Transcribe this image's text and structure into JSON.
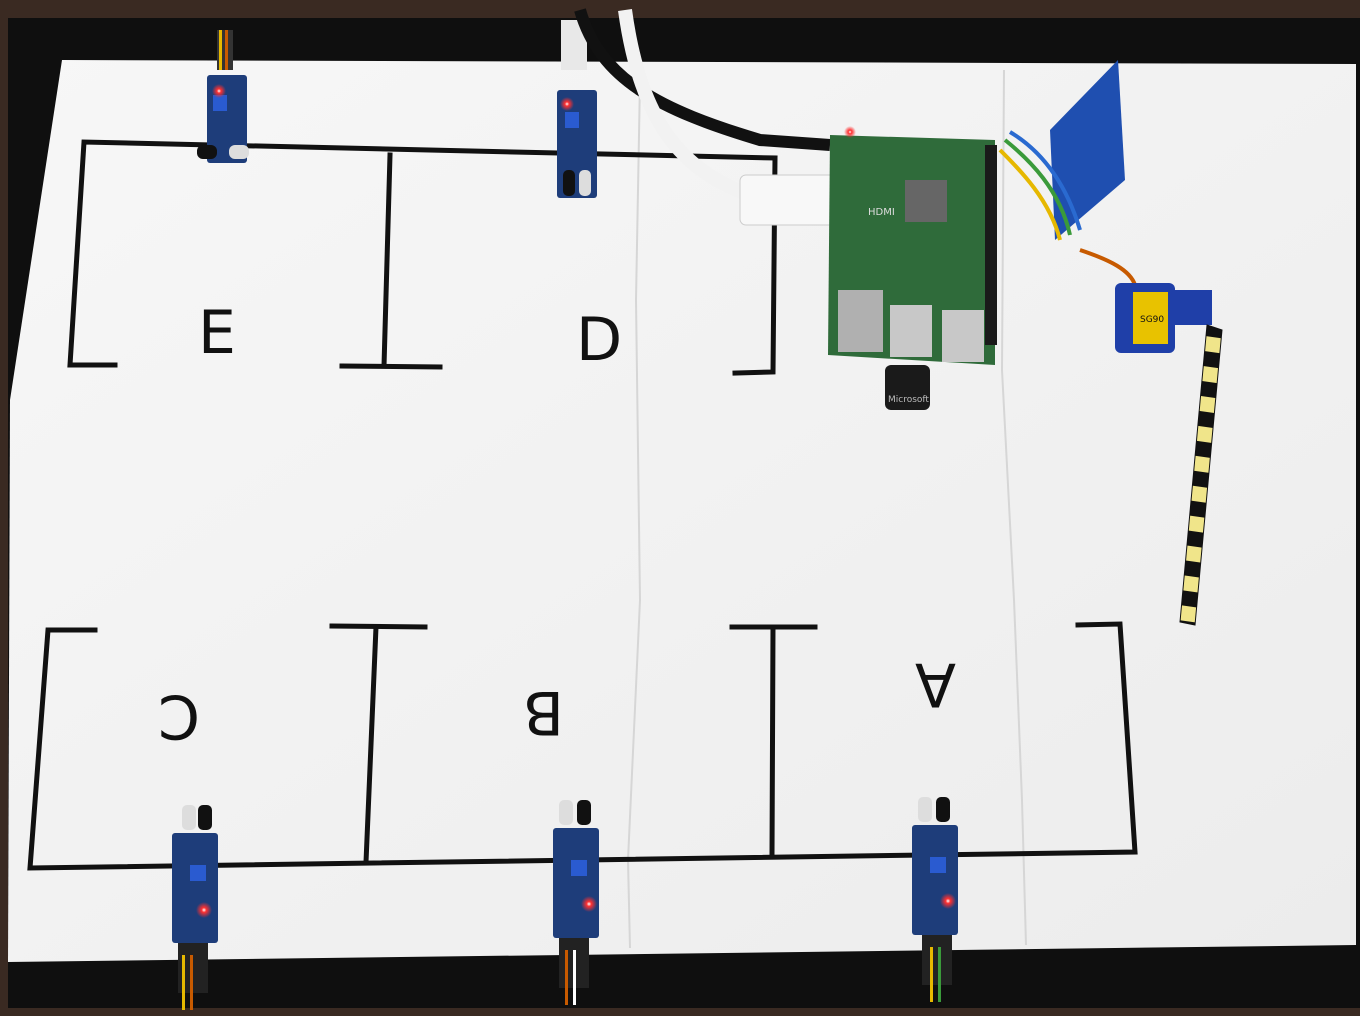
{
  "board": {
    "bay_labels": [
      "E",
      "D",
      "C",
      "B",
      "A"
    ],
    "component_text": {
      "hdmi_label": "HDMI",
      "dongle_label": "Microsoft",
      "servo_label": "SG90"
    }
  },
  "colors": {
    "table": "#3a2a22",
    "mat": "#0f0f0f",
    "paper": "#f4f4f4",
    "ink": "#111111",
    "sensor_pcb": "#1e3d7a",
    "pi_pcb": "#2f6b3a",
    "servo": "#1f3fa8",
    "motor_board": "#1f4fb0",
    "stick_yellow": "#f0e58a",
    "led_red": "#ff2a2a"
  },
  "icons": [
    "ir-sensor-icon",
    "raspberry-pi-icon",
    "servo-icon",
    "stepper-driver-icon",
    "striped-stick-icon"
  ]
}
